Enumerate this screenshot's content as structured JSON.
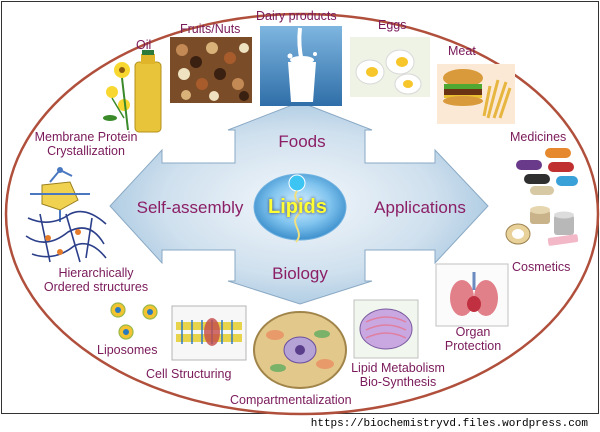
{
  "center": "Lipids",
  "branches": {
    "top": "Foods",
    "left": "Self-assembly",
    "right": "Applications",
    "bottom": "Biology"
  },
  "foods": {
    "oil": "Oil",
    "fruits_nuts": "Fruits/Nuts",
    "dairy": "Dairy products",
    "eggs": "Eggs",
    "meat": "Meat"
  },
  "applications": {
    "medicines": "Medicines",
    "cosmetics": "Cosmetics"
  },
  "self_assembly": {
    "membrane_line1": "Membrane Protein",
    "membrane_line2": "Crystallization",
    "hier_line1": "Hierarchically",
    "hier_line2": "Ordered structures",
    "liposomes": "Liposomes"
  },
  "biology": {
    "cell_structuring": "Cell Structuring",
    "compartmentalization": "Compartmentalization",
    "lipid_line1": "Lipid Metabolism",
    "lipid_line2": "Bio-Synthesis",
    "organ_line1": "Organ",
    "organ_line2": "Protection"
  },
  "source_url": "https://biochemistryvd.files.wordpress.com"
}
